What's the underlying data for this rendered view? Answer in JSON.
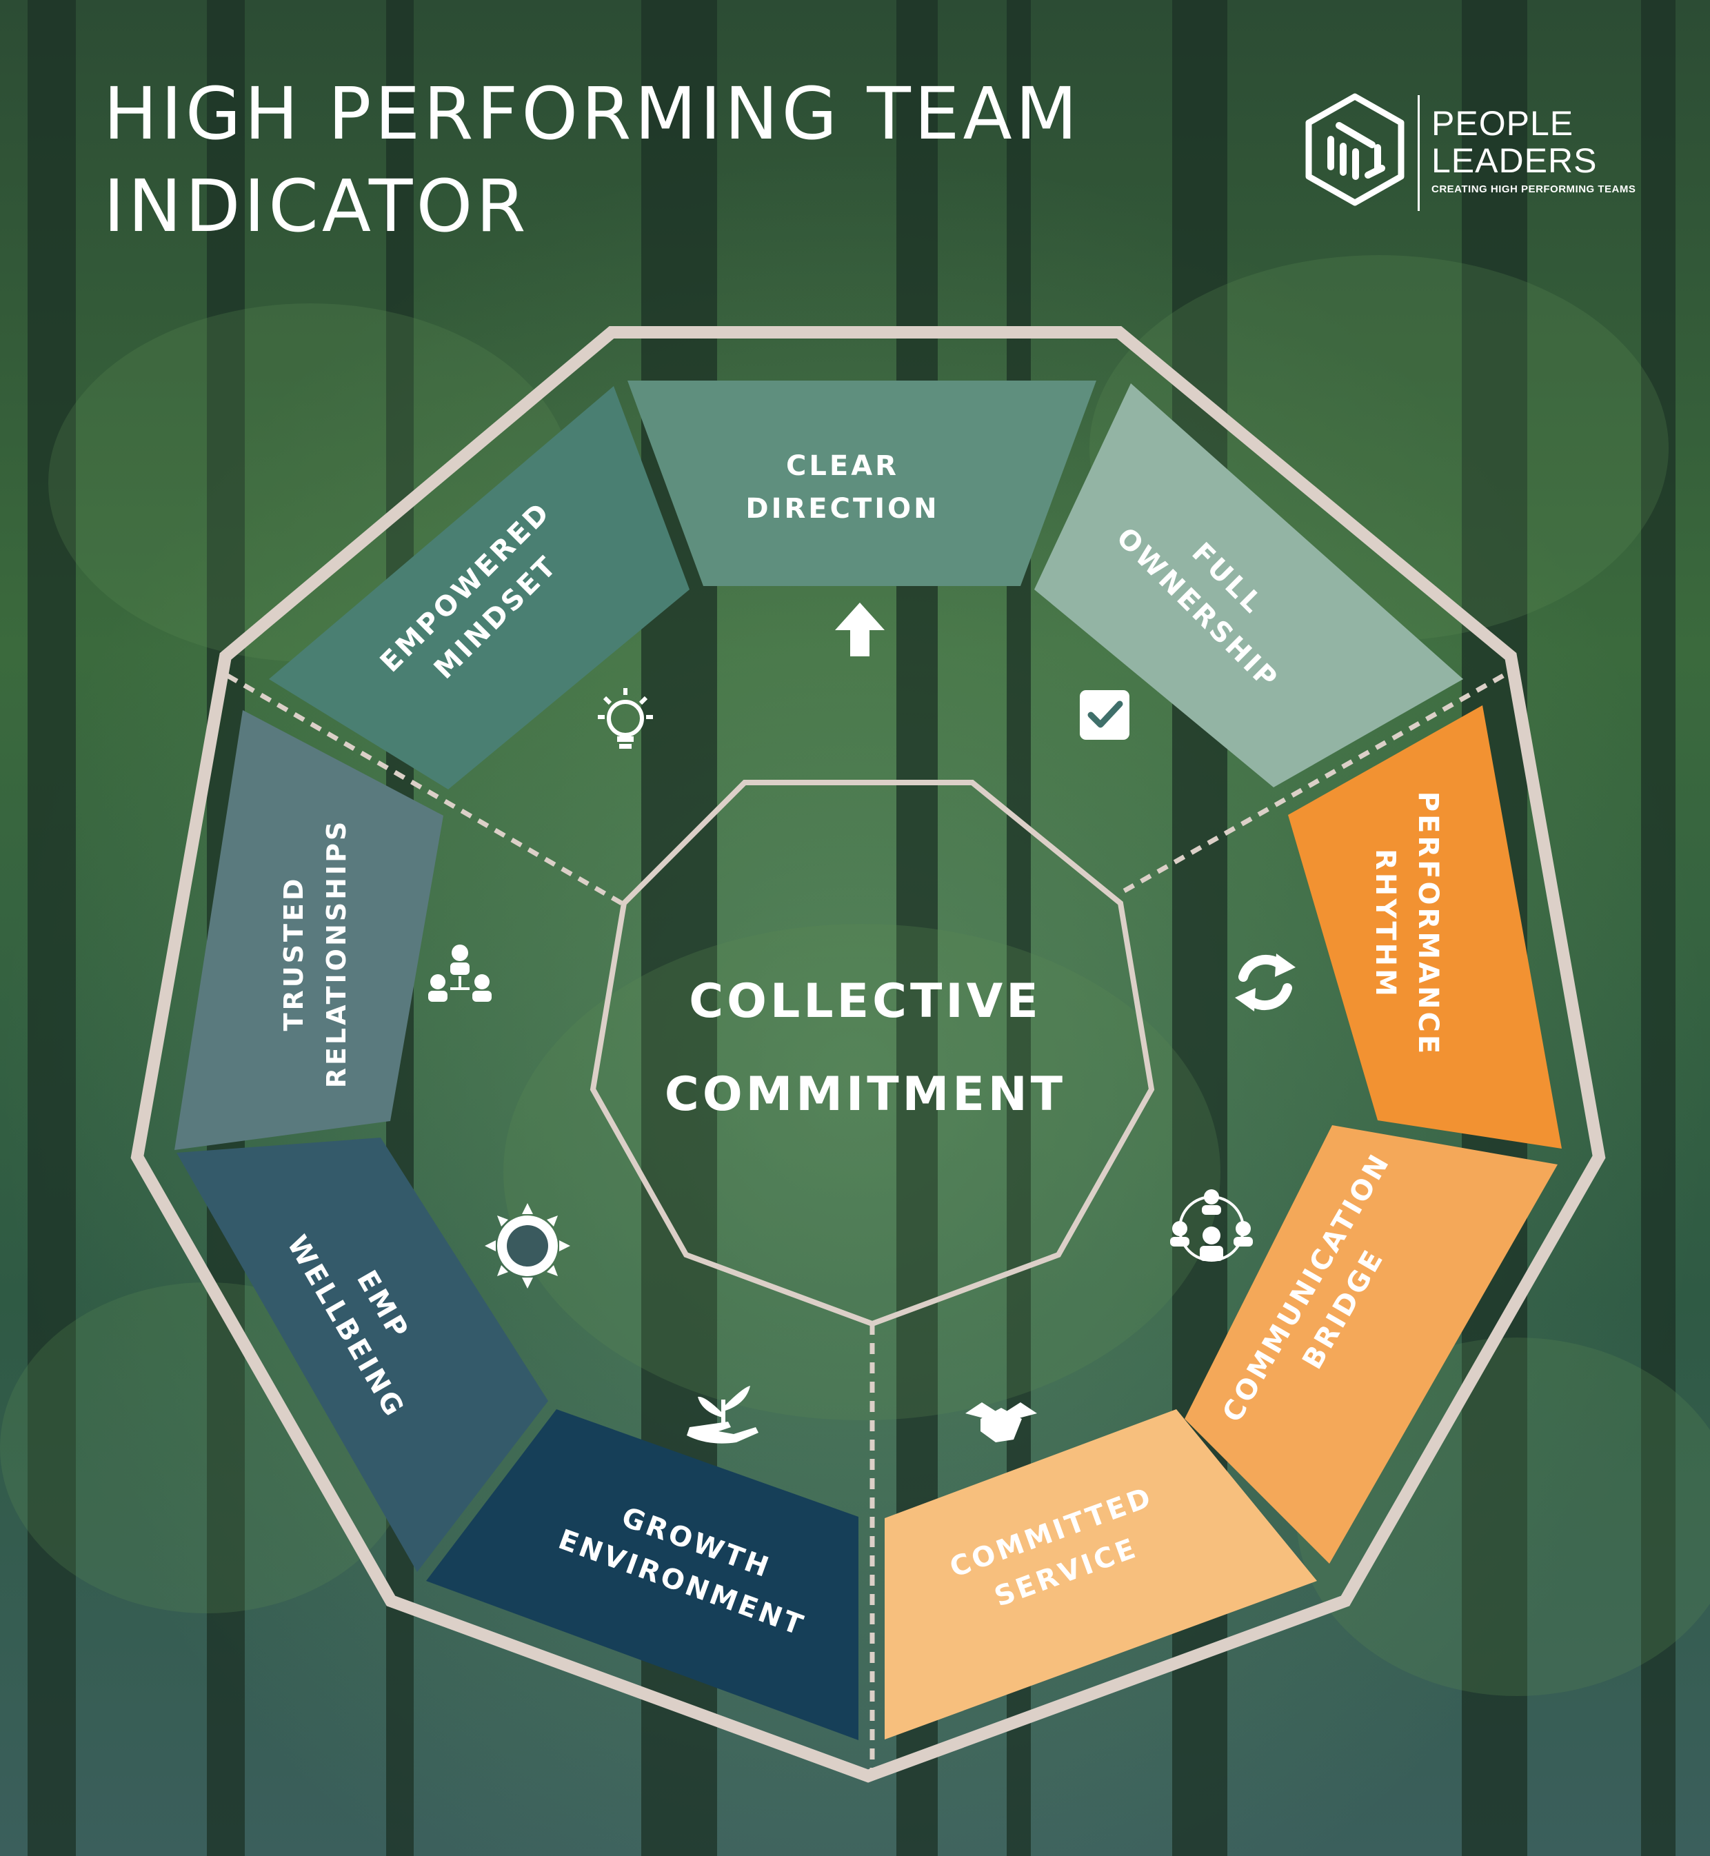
{
  "title": {
    "line1": "HIGH PERFORMING TEAM",
    "line2": "INDICATOR"
  },
  "logo": {
    "line1": "PEOPLE",
    "line2": "LEADERS",
    "tagline": "CREATING HIGH PERFORMING TEAMS"
  },
  "center": {
    "line1": "COLLECTIVE",
    "line2": "COMMITMENT"
  },
  "segments": [
    {
      "id": "clear-direction",
      "line1": "CLEAR",
      "line2": "DIRECTION",
      "color": "#5f8f7e",
      "icon": "arrow-up-icon"
    },
    {
      "id": "full-ownership",
      "line1": "FULL",
      "line2": "OWNERSHIP",
      "color": "#93b4a4",
      "icon": "checkbox-icon"
    },
    {
      "id": "performance-rhythm",
      "line1": "PERFORMANCE",
      "line2": "RHYTHM",
      "color": "#f29232",
      "icon": "refresh-icon"
    },
    {
      "id": "communication-bridge",
      "line1": "COMMUNICATION",
      "line2": "BRIDGE",
      "color": "#f4a859",
      "icon": "group-network-icon"
    },
    {
      "id": "committed-service",
      "line1": "COMMITTED",
      "line2": "SERVICE",
      "color": "#f7bf7d",
      "icon": "handshake-icon"
    },
    {
      "id": "growth-environment",
      "line1": "GROWTH",
      "line2": "ENVIRONMENT",
      "color": "#163f58",
      "icon": "plant-hand-icon"
    },
    {
      "id": "emp-wellbeing",
      "line1": "EMP",
      "line2": "WELLBEING",
      "color": "#345a6a",
      "icon": "sun-icon"
    },
    {
      "id": "trusted-relationships",
      "line1": "TRUSTED",
      "line2": "RELATIONSHIPS",
      "color": "#5a7a7e",
      "icon": "people-connection-icon"
    },
    {
      "id": "empowered-mindset",
      "line1": "EMPOWERED",
      "line2": "MINDSET",
      "color": "#4a7f72",
      "icon": "lightbulb-icon"
    }
  ],
  "colors": {
    "frame": "#dcd0c8",
    "background": "#24412f",
    "text": "#ffffff"
  }
}
